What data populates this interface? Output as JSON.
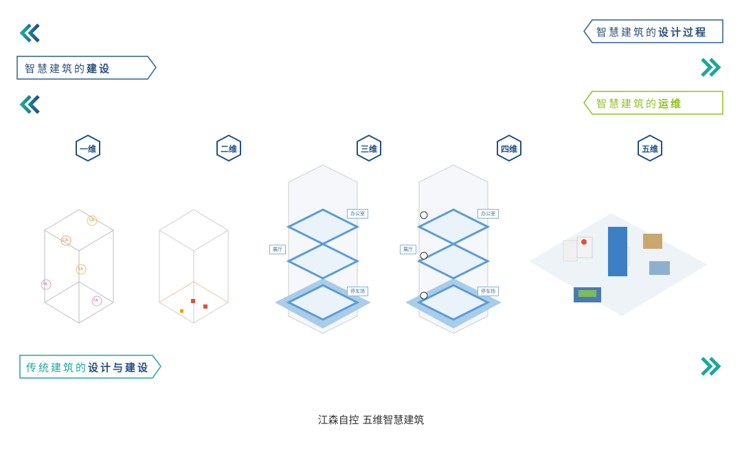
{
  "rows": [
    {
      "prefix": "智慧建筑的",
      "bold": "设计过程",
      "direction": "left",
      "accent": "#1f4f86"
    },
    {
      "prefix": "智慧建筑的",
      "bold": "建设",
      "direction": "right",
      "accent": "#1f4f86"
    },
    {
      "prefix": "智慧建筑的",
      "bold": "运维",
      "direction": "left",
      "accent": "#8dc21f"
    }
  ],
  "dimensions": [
    "一维",
    "二维",
    "三维",
    "四维",
    "五维"
  ],
  "sensor_labels": [
    "SA",
    "CA",
    "SA",
    "FA",
    "FA"
  ],
  "floor_labels_3d": [
    "办公室",
    "展厅",
    "停车场"
  ],
  "floor_labels_4d": [
    "办公室",
    "展厅",
    "停车场"
  ],
  "bottom": {
    "prefix": "传统建筑的",
    "bold": "设计与建设"
  },
  "caption": "江森自控  五维智慧建筑",
  "colors": {
    "teal": "#1aa79c",
    "navy": "#1f4f86",
    "green": "#8dc21f"
  }
}
